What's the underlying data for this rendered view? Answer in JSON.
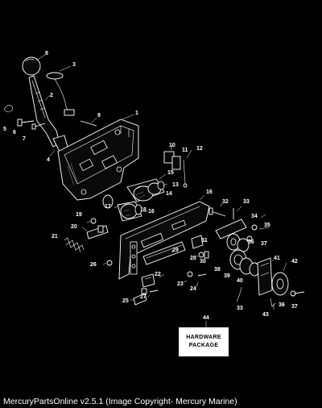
{
  "callouts": [
    "1",
    "2",
    "3",
    "4",
    "5",
    "6",
    "7",
    "8",
    "9",
    "10",
    "11",
    "12",
    "13",
    "14",
    "15",
    "16",
    "16",
    "17",
    "18",
    "19",
    "20",
    "21",
    "22",
    "23",
    "24",
    "25",
    "26",
    "27",
    "28",
    "29",
    "30",
    "31",
    "32",
    "33",
    "33",
    "34",
    "35",
    "36",
    "36",
    "37",
    "37",
    "38",
    "39",
    "40",
    "41",
    "42",
    "43",
    "44"
  ],
  "hardware_package": {
    "line1": "HARDWARE",
    "line2": "PACKAGE"
  },
  "caption": "MercuryPartsOnline v2.5.1 (Image Copyright- Mercury Marine)",
  "colors": {
    "background": "#000000",
    "line_art": "#ffffff"
  }
}
